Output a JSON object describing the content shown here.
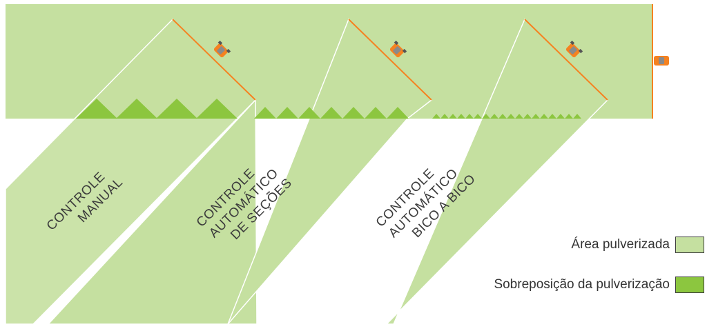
{
  "zones": [
    {
      "id": "manual",
      "lines": [
        "CONTROLE",
        "MANUAL"
      ]
    },
    {
      "id": "secoes",
      "lines": [
        "CONTROLE",
        "AUTOMÁTICO",
        "DE SEÇÕES"
      ]
    },
    {
      "id": "bico",
      "lines": [
        "CONTROLE",
        "AUTOMÁTICO",
        "BICO A BICO"
      ]
    }
  ],
  "legend": {
    "area_label": "Área pulverizada",
    "overlap_label": "Sobreposição da pulverização"
  },
  "colors": {
    "sprayed_area": "#c5e0a0",
    "overlap": "#8cc63f",
    "boom_line": "#f58220",
    "tractor_body": "#f58220",
    "tractor_cab": "#8a8a8a",
    "outline_white": "#ffffff",
    "legend_border": "#3c3c3c"
  },
  "icons": [
    "tractor-icon"
  ]
}
